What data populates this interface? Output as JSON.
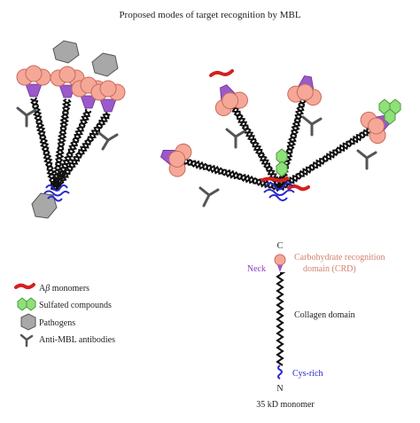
{
  "title": "Proposed modes of target recognition by MBL",
  "legend": {
    "items": [
      {
        "symbol": "abeta-monomer",
        "label_prefix": "A",
        "label_greek": "β",
        "label_suffix": " monomers",
        "color": "#d42020"
      },
      {
        "symbol": "sulfated-compound",
        "label": "Sulfated compounds",
        "color": "#8fe07a"
      },
      {
        "symbol": "pathogen",
        "label": "Pathogens",
        "color": "#a8a8a8"
      },
      {
        "symbol": "antibody",
        "label": "Anti-MBL antibodies",
        "color": "#555555"
      }
    ]
  },
  "monomer": {
    "c_label": "C",
    "n_label": "N",
    "neck_label": "Neck",
    "crd_label_line1": "Carbohydrate recognition",
    "crd_label_line2": "domain (CRD)",
    "collagen_label": "Collagen domain",
    "cys_label": "Cys-rich",
    "caption": "35 kD monomer"
  },
  "colors": {
    "crd": "#f5a898",
    "crd_stroke": "#c86b5b",
    "neck": "#9b59c9",
    "cys": "#2a2ad0",
    "abeta": "#d42020",
    "sulfated": "#8fe07a",
    "pathogen": "#a8a8a8",
    "crd_label": "#d4806f",
    "neck_label": "#8a3fbf",
    "cys_label": "#2424c8"
  }
}
